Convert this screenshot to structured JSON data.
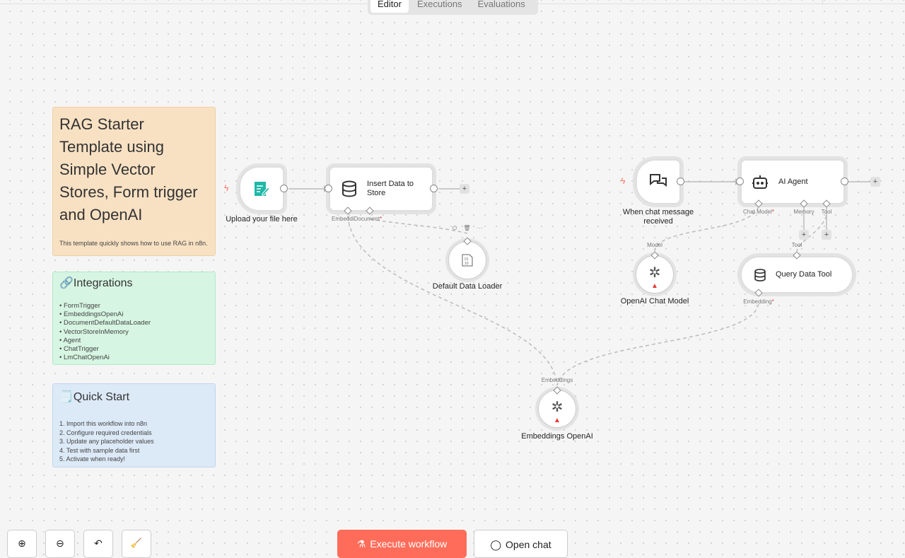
{
  "tabs": [
    {
      "label": "Editor",
      "active": true
    },
    {
      "label": "Executions"
    },
    {
      "label": "Evaluations"
    }
  ],
  "stickies": {
    "intro": {
      "title": "RAG Starter Template using Simple Vector Stores, Form trigger and OpenAI",
      "body": "This template quickly shows how to use RAG in n8n."
    },
    "integrations": {
      "title": "🔗Integrations",
      "items": [
        "• FormTrigger",
        "• EmbeddingsOpenAi",
        "• DocumentDefaultDataLoader",
        "• VectorStoreInMemory",
        "• Agent",
        "• ChatTrigger",
        "• LmChatOpenAi"
      ]
    },
    "quickstart": {
      "title": "🗒️Quick Start",
      "items": [
        "1. Import this workflow into n8n",
        "2. Configure required credentials",
        "3. Update any placeholder values",
        "4. Test with sample data first",
        "5. Activate when ready!"
      ]
    }
  },
  "nodes": {
    "upload": {
      "label": "Upload your file here",
      "icon": "form-icon"
    },
    "insert": {
      "label": "Insert Data to Store",
      "icon": "database-icon",
      "ports": {
        "embedding": "Embeddi",
        "document": "Document"
      }
    },
    "loader": {
      "label": "Default Data Loader",
      "icon": "binary-file-icon"
    },
    "chat_trigger": {
      "label": "When chat message received",
      "icon": "chat-icon"
    },
    "agent": {
      "label": "AI Agent",
      "icon": "robot-icon",
      "ports": {
        "chat_model": "Chat Model",
        "memory": "Memory",
        "tool": "Tool"
      }
    },
    "chat_model": {
      "label": "OpenAI Chat Model",
      "port": "Model",
      "icon": "openai-icon",
      "warning": true
    },
    "query_tool": {
      "label": "Query Data Tool",
      "port_in": "Tool",
      "port_out": "Embedding",
      "icon": "database-icon"
    },
    "embeddings": {
      "label": "Embeddings OpenAI",
      "port": "Embeddings",
      "icon": "openai-icon",
      "warning": true
    }
  },
  "required_marker": "*",
  "toolbar": {
    "execute": "Execute workflow",
    "open_chat": "Open chat"
  },
  "colors": {
    "accent": "#ff6d5a",
    "form_icon": "#1fb8a8",
    "warning": "#e53935"
  }
}
